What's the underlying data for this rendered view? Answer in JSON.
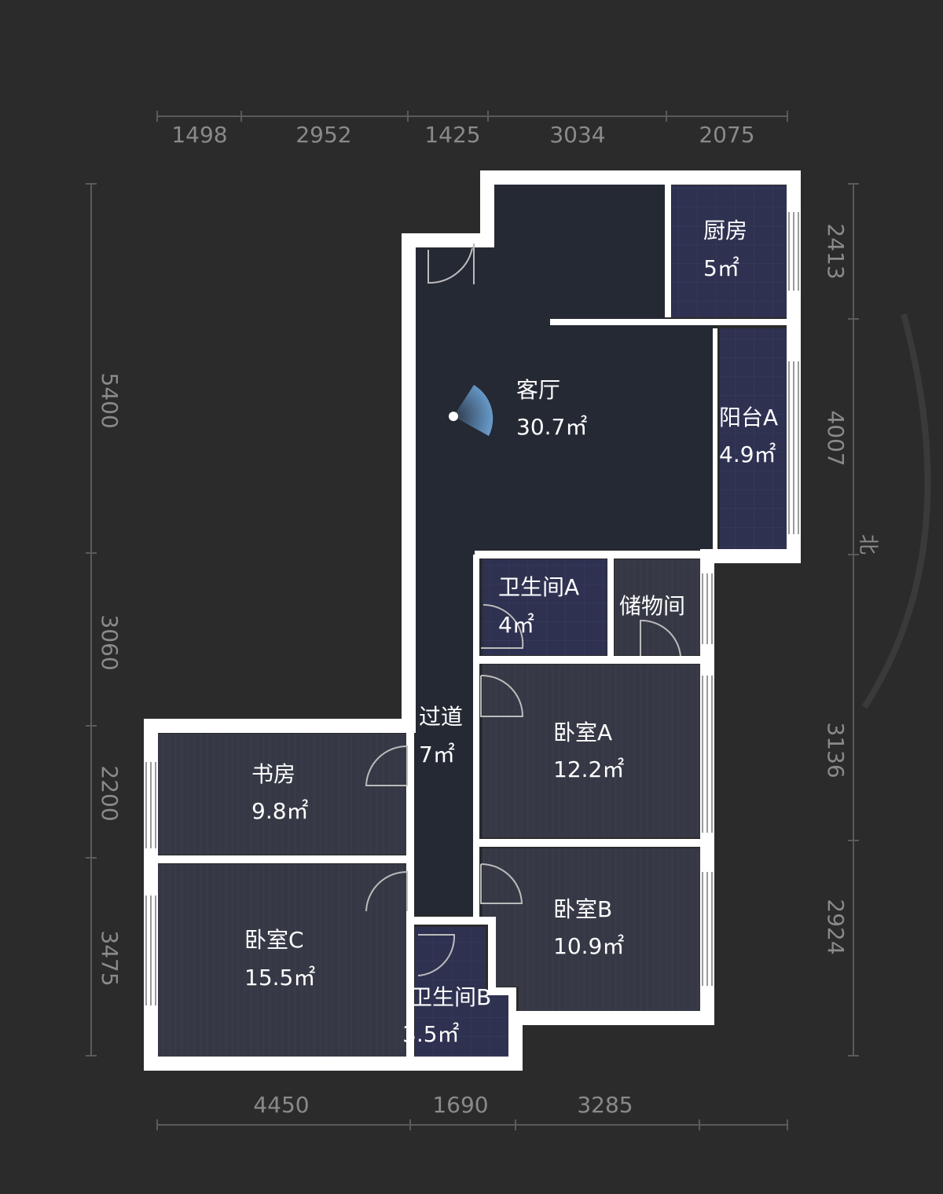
{
  "colors": {
    "background": "#2b2b2b",
    "wall": "#ffffff",
    "living_floor": "#252934",
    "tile_floor": "#2e3150",
    "wood_floor": "#363945",
    "dimension_line": "#5a5a5a",
    "dimension_text": "#8a8a8a",
    "camera": "#6fa8dc"
  },
  "rooms": [
    {
      "id": "living",
      "name": "客厅",
      "area": "30.7㎡"
    },
    {
      "id": "kitchen",
      "name": "厨房",
      "area": "5㎡"
    },
    {
      "id": "balcony-a",
      "name": "阳台A",
      "area": "4.9㎡"
    },
    {
      "id": "bathroom-a",
      "name": "卫生间A",
      "area": "4㎡"
    },
    {
      "id": "storage",
      "name": "储物间",
      "area": ""
    },
    {
      "id": "corridor",
      "name": "过道",
      "area": "7㎡"
    },
    {
      "id": "bedroom-a",
      "name": "卧室A",
      "area": "12.2㎡"
    },
    {
      "id": "study",
      "name": "书房",
      "area": "9.8㎡"
    },
    {
      "id": "bedroom-b",
      "name": "卧室B",
      "area": "10.9㎡"
    },
    {
      "id": "bedroom-c",
      "name": "卧室C",
      "area": "15.5㎡"
    },
    {
      "id": "bathroom-b",
      "name": "卫生间B",
      "area": "3.5㎡"
    }
  ],
  "dimensions": {
    "top": [
      "1498",
      "2952",
      "1425",
      "3034",
      "2075"
    ],
    "bottom": [
      "4450",
      "1690",
      "3285"
    ],
    "left": [
      "5400",
      "3060",
      "2200",
      "3475"
    ],
    "right": [
      "2413",
      "4007",
      "3136",
      "2924"
    ]
  },
  "compass": {
    "label": "北"
  },
  "icons": {
    "camera": "camera-view-icon"
  }
}
